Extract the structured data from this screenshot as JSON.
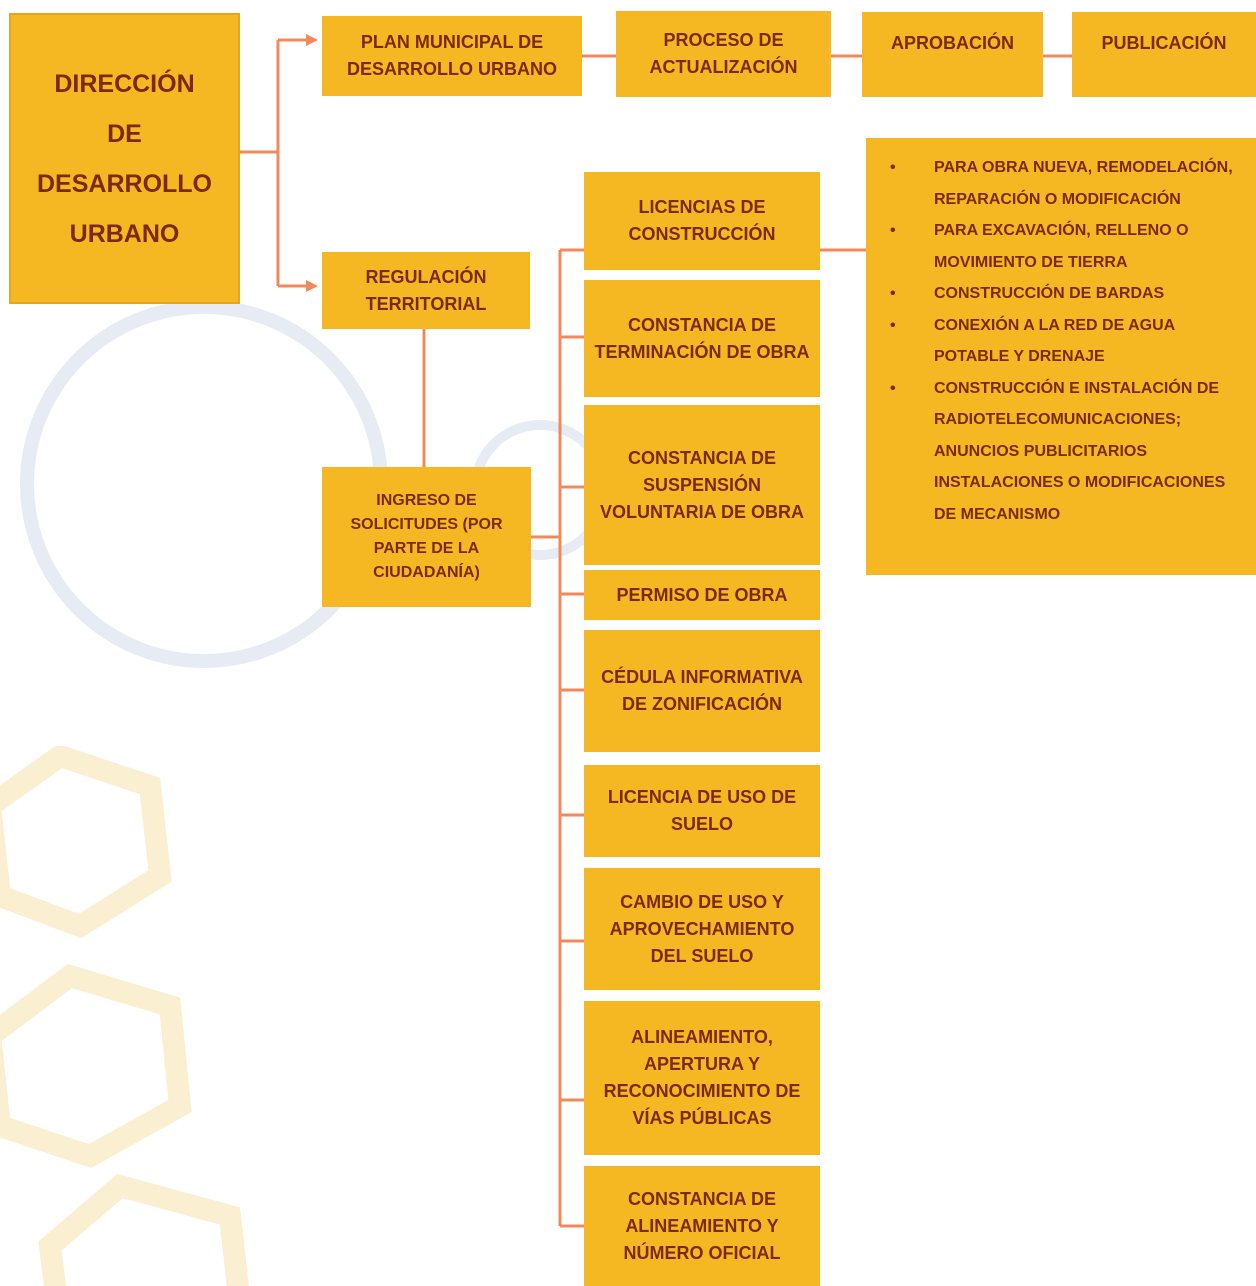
{
  "diagram": {
    "root": "DIRECCIÓN\nDE\nDESARROLLO\nURBANO",
    "top_row": {
      "plan": "PLAN MUNICIPAL DE DESARROLLO URBANO",
      "proceso": "PROCESO DE ACTUALIZACIÓN",
      "aprobacion": "APROBACIÓN",
      "publicacion": "PUBLICACIÓN"
    },
    "regulacion": "REGULACIÓN TERRITORIAL",
    "ingreso": "INGRESO DE SOLICITUDES (POR PARTE DE LA CIUDADANÍA)",
    "tramites": [
      "LICENCIAS DE CONSTRUCCIÓN",
      "CONSTANCIA DE TERMINACIÓN DE OBRA",
      "CONSTANCIA DE SUSPENSIÓN VOLUNTARIA DE OBRA",
      "PERMISO DE OBRA",
      "CÉDULA INFORMATIVA DE ZONIFICACIÓN",
      "LICENCIA DE USO DE SUELO",
      "CAMBIO DE USO Y APROVECHAMIENTO DEL SUELO",
      "ALINEAMIENTO, APERTURA Y RECONOCIMIENTO DE VÍAS PÚBLICAS",
      "CONSTANCIA DE ALINEAMIENTO Y NÚMERO OFICIAL"
    ],
    "licencias_detalle": [
      "PARA OBRA NUEVA, REMODELACIÓN, REPARACIÓN O MODIFICACIÓN",
      "PARA EXCAVACIÓN, RELLENO O MOVIMIENTO DE TIERRA",
      "CONSTRUCCIÓN DE BARDAS",
      "CONEXIÓN A LA RED DE AGUA POTABLE Y DRENAJE",
      "CONSTRUCCIÓN E INSTALACIÓN DE RADIOTELECOMUNICACIONES; ANUNCIOS PUBLICITARIOS INSTALACIONES O MODIFICACIONES DE MECANISMO"
    ]
  },
  "colors": {
    "box_fill": "#f6b822",
    "text": "#7b2a0a",
    "connector": "#f08a5a"
  }
}
